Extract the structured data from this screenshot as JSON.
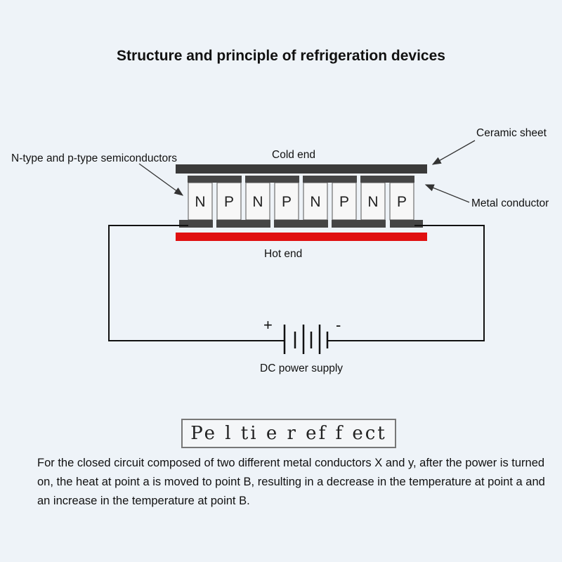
{
  "title": "Structure and principle of refrigeration devices",
  "labels": {
    "ceramic_sheet": "Ceramic sheet",
    "semiconductors": "N-type and p-type semiconductors",
    "cold_end": "Cold end",
    "metal_conductor": "Metal conductor",
    "hot_end": "Hot end",
    "plus": "+",
    "minus": "-",
    "dc_power_supply": "DC power supply"
  },
  "legs": [
    "N",
    "P",
    "N",
    "P",
    "N",
    "P",
    "N",
    "P"
  ],
  "peltier_heading": "Pe l ti e r ef f ect",
  "description": "For the closed circuit composed of two different metal conductors X and y, after the power is turned on, the heat at point a is moved to point B, resulting in a decrease in the temperature at point a and an increase in the temperature at point B.",
  "colors": {
    "cold_plate": "#3a3a3a",
    "hot_plate": "#e01010",
    "conductor": "#454545",
    "leg_fill": "#f7f7f7",
    "wire": "#111111"
  }
}
